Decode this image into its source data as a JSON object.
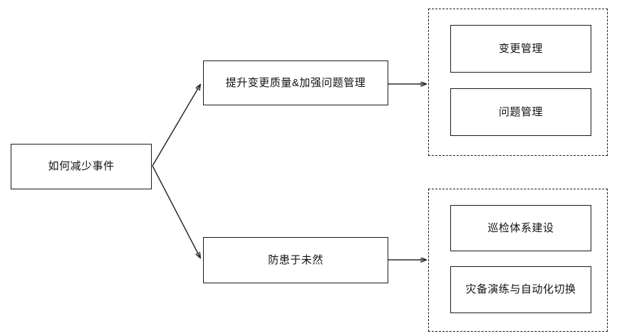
{
  "diagram": {
    "type": "flowchart",
    "orientation": "left-to-right",
    "background_color": "#ffffff",
    "line_color": "#2b2b2b",
    "node_border_color": "#1a1a1a",
    "text_color": "#111111",
    "root": {
      "label": "如何减少事件"
    },
    "branches": [
      {
        "label": "提升变更质量&加强问题管理",
        "group": {
          "style": "dashed",
          "items": [
            {
              "label": "变更管理"
            },
            {
              "label": "问题管理"
            }
          ]
        }
      },
      {
        "label": "防患于未然",
        "group": {
          "style": "dashed",
          "items": [
            {
              "label": "巡检体系建设"
            },
            {
              "label": "灾备演练与自动化切换"
            }
          ]
        }
      }
    ]
  }
}
